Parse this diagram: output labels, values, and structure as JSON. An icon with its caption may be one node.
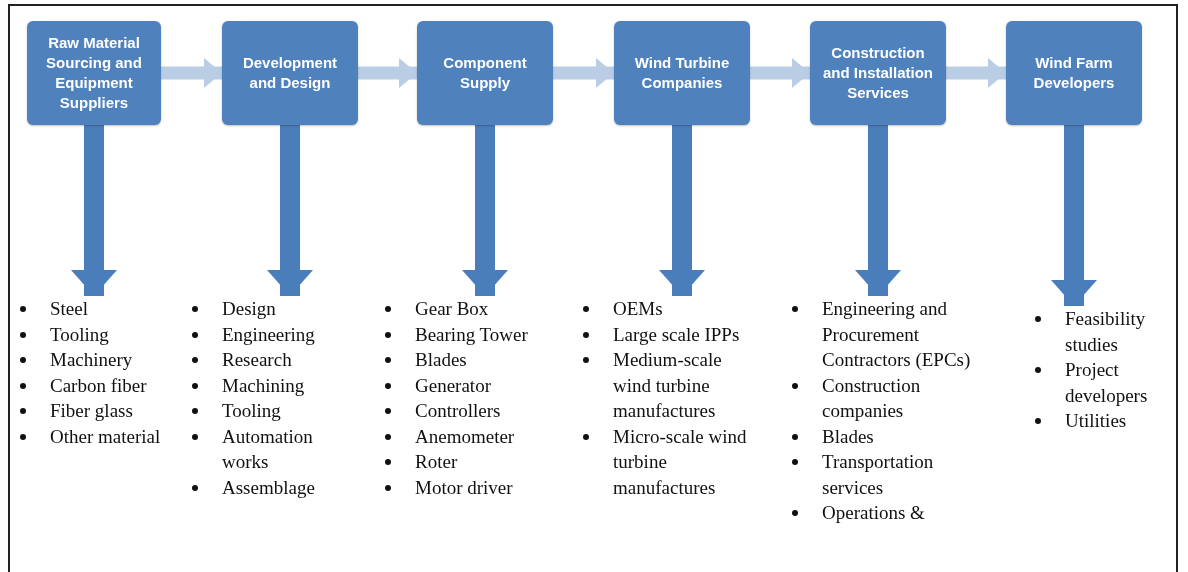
{
  "diagram": {
    "nodes": [
      {
        "text": [
          "Raw Material Sourcing and Equipment Suppliers"
        ]
      },
      {
        "text": [
          "Development and Design"
        ]
      },
      {
        "text": [
          "Component Supply"
        ]
      },
      {
        "text": [
          "Wind Turbine Companies"
        ]
      },
      {
        "text": [
          "Construction and Installation Services"
        ]
      },
      {
        "text": [
          "Wind Farm Developers"
        ]
      },
      {
        "text": [
          "Steel",
          "Tooling",
          "Machinery",
          "Carbon fiber",
          "Fiber glass",
          "Other material"
        ]
      },
      {
        "text": [
          "Design",
          "Engineering",
          "Research",
          "Machining",
          "Tooling",
          "Automation works",
          "Assemblage"
        ]
      },
      {
        "text": [
          "Gear Box",
          "Bearing Tower",
          "Blades",
          "Generator",
          "Controllers",
          "Anemometer",
          "Roter",
          "Motor driver"
        ]
      },
      {
        "text": [
          "OEMs",
          "Large scale IPPs",
          "Medium-scale wind turbine manufactures",
          "Micro-scale wind turbine manufactures"
        ]
      },
      {
        "text": [
          "Engineering and Procurement Contractors (EPCs)",
          "Construction companies",
          "Blades",
          "Transportation services",
          "Operations &"
        ]
      },
      {
        "text": [
          "Feasibility studies",
          "Project developers",
          "Utilities"
        ]
      }
    ],
    "edges": [
      {
        "from": 0,
        "to": 1,
        "arrow": "to",
        "color": "#b9cde5"
      },
      {
        "from": 1,
        "to": 2,
        "arrow": "to",
        "color": "#b9cde5"
      },
      {
        "from": 2,
        "to": 3,
        "arrow": "to",
        "color": "#b9cde5"
      },
      {
        "from": 3,
        "to": 4,
        "arrow": "to",
        "color": "#b9cde5"
      },
      {
        "from": 4,
        "to": 5,
        "arrow": "to",
        "color": "#b9cde5"
      },
      {
        "from": 0,
        "to": 6,
        "arrow": "to"
      },
      {
        "from": 1,
        "to": 7,
        "arrow": "to"
      },
      {
        "from": 2,
        "to": 8,
        "arrow": "to"
      },
      {
        "from": 3,
        "to": 9,
        "arrow": "to"
      },
      {
        "from": 4,
        "to": 10,
        "arrow": "to"
      },
      {
        "from": 5,
        "to": 11,
        "arrow": "to"
      }
    ]
  }
}
